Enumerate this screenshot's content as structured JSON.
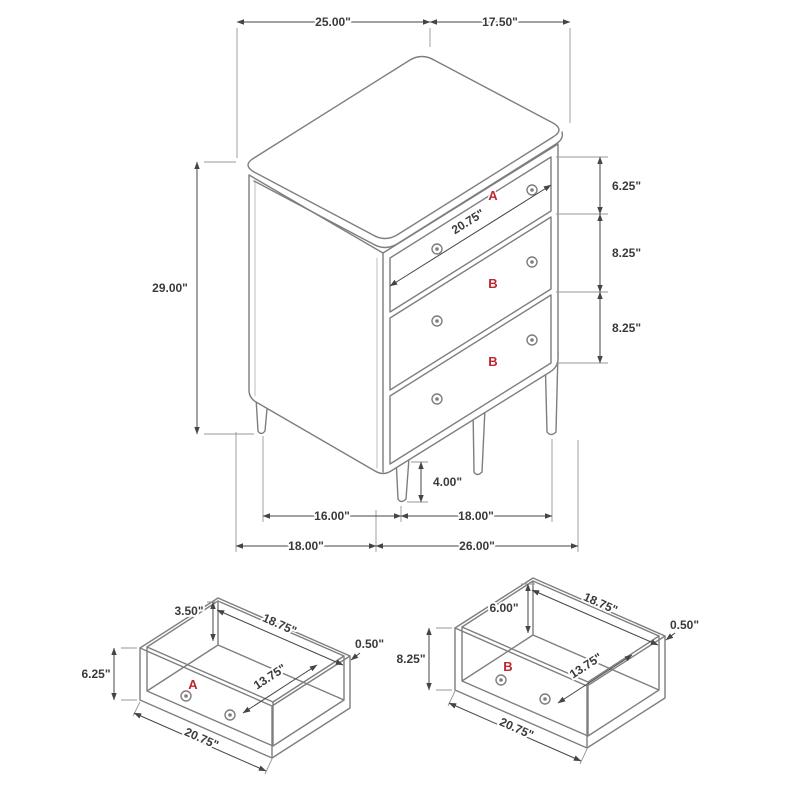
{
  "view": {
    "top_width": "25.00\"",
    "top_depth": "17.50\"",
    "overall_height": "29.00\"",
    "drawer_a_height": "6.25\"",
    "drawer_b1_height": "8.25\"",
    "drawer_b2_height": "8.25\"",
    "drawer_front_width": "20.75\"",
    "leg_height": "4.00\"",
    "leg_span_depth": "16.00\"",
    "leg_span_width": "18.00\"",
    "footprint_depth": "18.00\"",
    "footprint_width": "26.00\"",
    "label_a": "A",
    "label_b1": "B",
    "label_b2": "B"
  },
  "drawer_a": {
    "label": "A",
    "back_height": "3.50\"",
    "inner_width": "18.75\"",
    "wall_thickness": "0.50\"",
    "inner_depth": "13.75\"",
    "front_height": "6.25\"",
    "front_width": "20.75\""
  },
  "drawer_b": {
    "label": "B",
    "back_height": "6.00\"",
    "inner_width": "18.75\"",
    "wall_thickness": "0.50\"",
    "inner_depth": "13.75\"",
    "front_height": "8.25\"",
    "front_width": "20.75\""
  },
  "colors": {
    "furniture_line": "#7e7e7e",
    "dimension_line": "#454545",
    "text": "#3a3a3a",
    "label_red": "#c0272d"
  }
}
